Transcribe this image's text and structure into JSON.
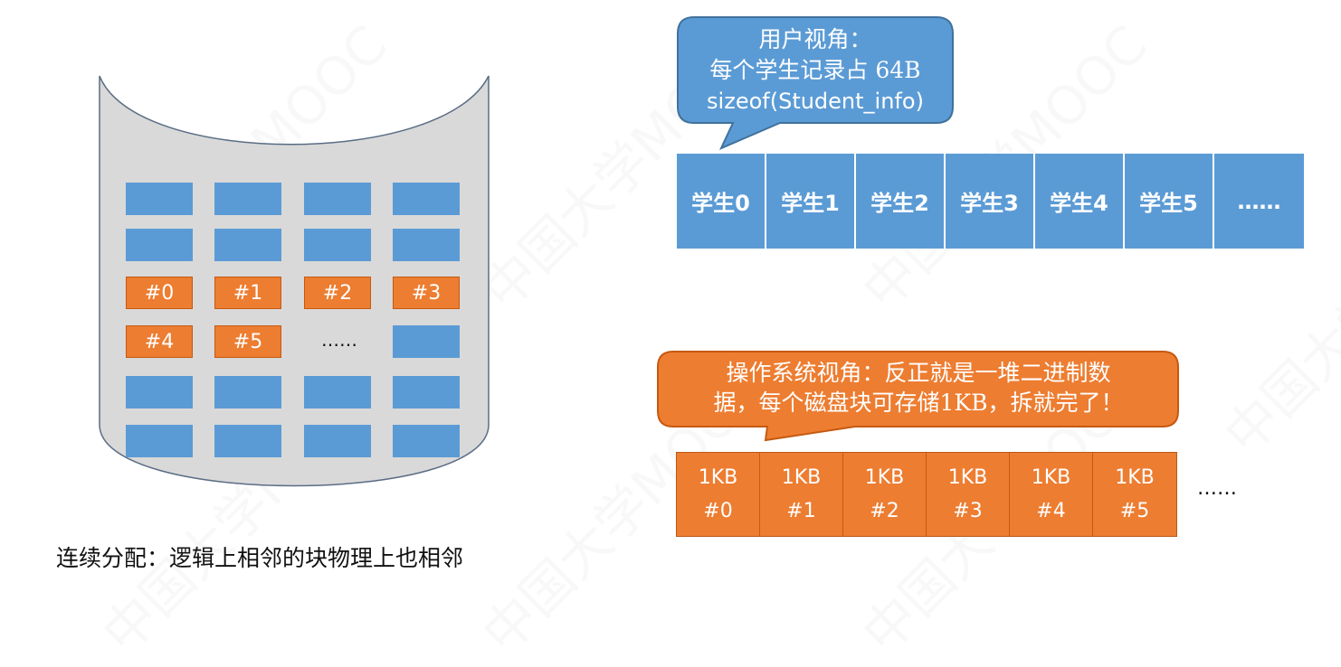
{
  "disk": {
    "orange_blocks": [
      "#0",
      "#1",
      "#2",
      "#3",
      "#4",
      "#5"
    ],
    "inline_ellipsis": "……"
  },
  "caption": "连续分配：逻辑上相邻的块物理上也相邻",
  "user_view": {
    "line1": "用户视角：",
    "line2": "每个学生记录占 64B",
    "line3": "sizeof(Student_info)"
  },
  "students": [
    "学生0",
    "学生1",
    "学生2",
    "学生3",
    "学生4",
    "学生5",
    "……"
  ],
  "os_view": {
    "line1": "操作系统视角：反正就是一堆二进制数",
    "line2": "据，每个磁盘块可存储1KB，拆就完了！"
  },
  "disk_blocks": [
    {
      "size": "1KB",
      "id": "#0"
    },
    {
      "size": "1KB",
      "id": "#1"
    },
    {
      "size": "1KB",
      "id": "#2"
    },
    {
      "size": "1KB",
      "id": "#3"
    },
    {
      "size": "1KB",
      "id": "#4"
    },
    {
      "size": "1KB",
      "id": "#5"
    }
  ],
  "disk_blocks_more": "……",
  "watermark": "中国大学MOOC",
  "colors": {
    "blue": "#5b9bd5",
    "orange": "#ed7d31",
    "disk_gray": "#d9d9d9"
  }
}
